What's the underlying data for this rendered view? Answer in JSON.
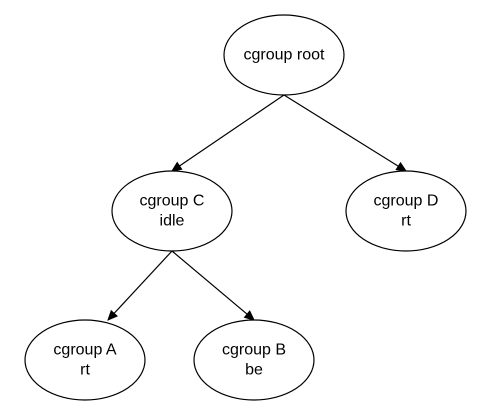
{
  "nodes": [
    {
      "id": "root",
      "lines": [
        "cgroup root"
      ]
    },
    {
      "id": "C",
      "lines": [
        "cgroup C",
        "idle"
      ]
    },
    {
      "id": "D",
      "lines": [
        "cgroup D",
        "rt"
      ]
    },
    {
      "id": "A",
      "lines": [
        "cgroup A",
        "rt"
      ]
    },
    {
      "id": "B",
      "lines": [
        "cgroup B",
        "be"
      ]
    }
  ],
  "edges": [
    {
      "from": "root",
      "to": "C"
    },
    {
      "from": "root",
      "to": "D"
    },
    {
      "from": "C",
      "to": "A"
    },
    {
      "from": "C",
      "to": "B"
    }
  ]
}
